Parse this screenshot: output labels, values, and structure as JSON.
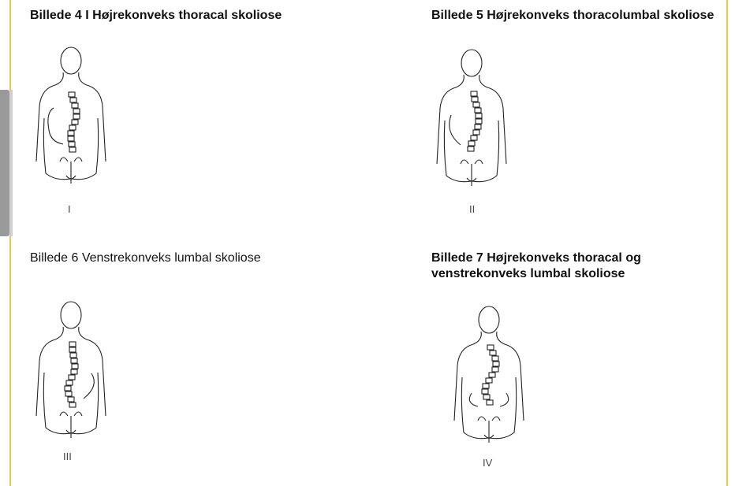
{
  "captions": {
    "c4": "Billede 4 I Højrekonveks thoracal skoliose",
    "c5": "Billede 5 Højrekonveks thoracolumbal skoliose",
    "c6": "Billede 6 Venstrekonveks lumbal skoliose",
    "c7": "Billede 7 Højrekonveks thoracal og venstrekonveks lumbal skoliose"
  },
  "figures": {
    "f1": "I",
    "f2": "II",
    "f3": "III",
    "f4": "IV"
  },
  "colors": {
    "frame_border": "#f2c542",
    "tab": "#9a9a9a"
  }
}
